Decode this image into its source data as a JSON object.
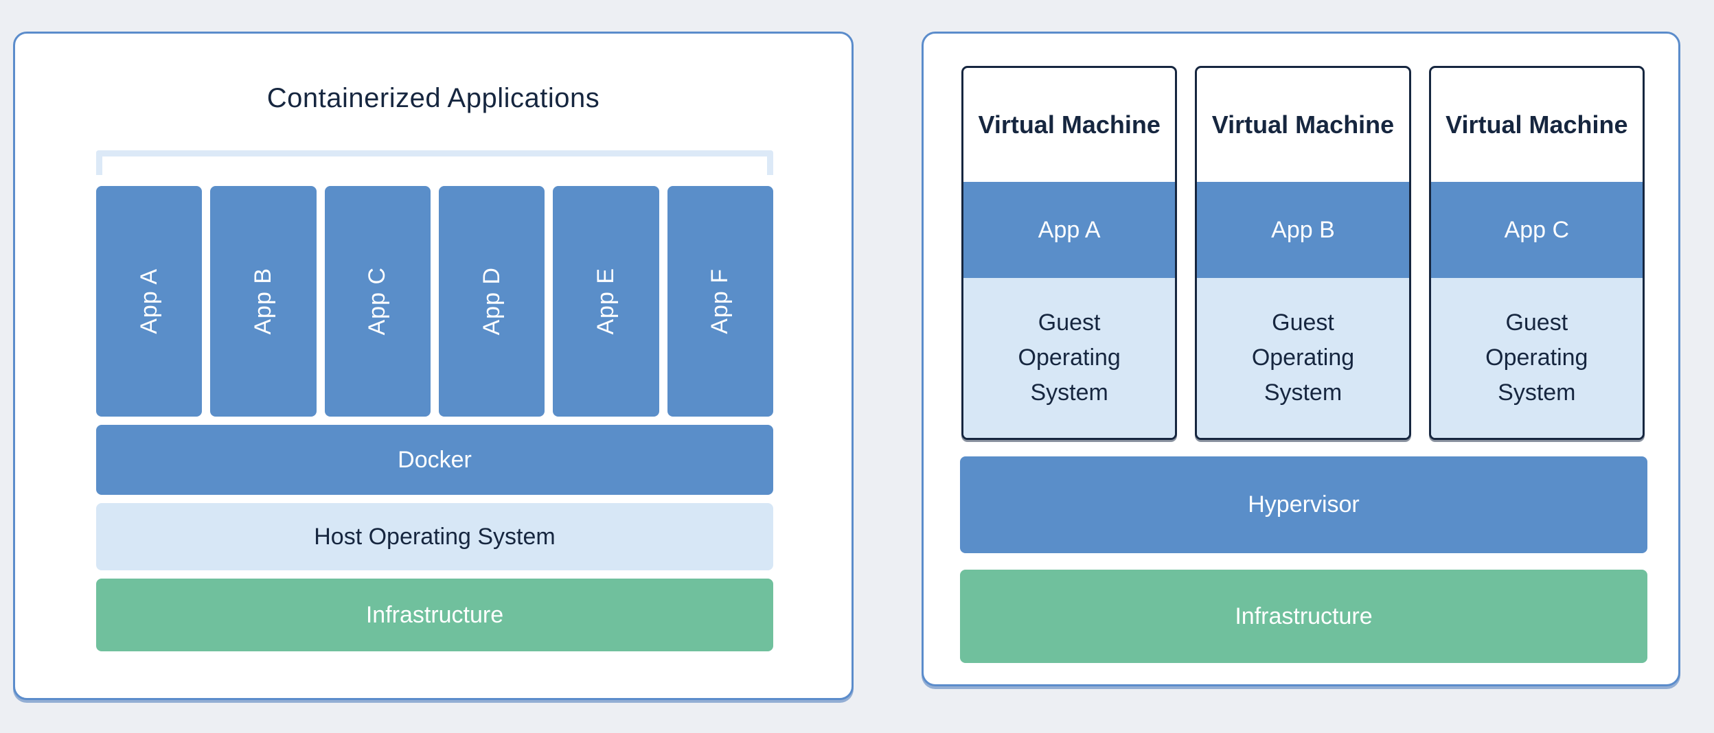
{
  "colors": {
    "bg": "#edeff3",
    "panel-border": "#5b8ccb",
    "blue": "#5a8ec9",
    "light-blue": "#d7e7f6",
    "bracket": "#dce9f7",
    "green": "#70c09d",
    "navy": "#16263f",
    "white-text": "#ffffff"
  },
  "left": {
    "title": "Containerized Applications",
    "apps": [
      "App A",
      "App B",
      "App C",
      "App D",
      "App E",
      "App F"
    ],
    "layers": [
      {
        "label": "Docker"
      },
      {
        "label": "Host Operating System"
      },
      {
        "label": "Infrastructure"
      }
    ]
  },
  "right": {
    "vms": [
      {
        "name": "Virtual Machine",
        "app": "App A",
        "os": "Guest Operating System"
      },
      {
        "name": "Virtual Machine",
        "app": "App B",
        "os": "Guest Operating System"
      },
      {
        "name": "Virtual Machine",
        "app": "App C",
        "os": "Guest Operating System"
      }
    ],
    "layers": [
      {
        "label": "Hypervisor"
      },
      {
        "label": "Infrastructure"
      }
    ]
  }
}
